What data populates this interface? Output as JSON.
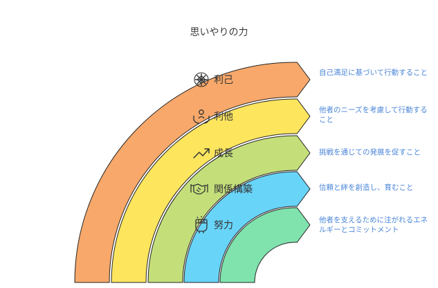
{
  "title": "思いやりの力",
  "bands": [
    {
      "label": "利己",
      "icon": "snowflake-icon",
      "color": "#f7a86a",
      "description": "自己満足に基づいて行動すること"
    },
    {
      "label": "利他",
      "icon": "hands-care-icon",
      "color": "#fde55e",
      "description": "他者のニーズを考慮して行動すること"
    },
    {
      "label": "成長",
      "icon": "trend-up-icon",
      "color": "#c4df7a",
      "description": "挑戦を通じての発展を促すこと"
    },
    {
      "label": "関係構築",
      "icon": "handshake-icon",
      "color": "#68d4f8",
      "description": "信頼と絆を創造し、育むこと"
    },
    {
      "label": "努力",
      "icon": "fist-icon",
      "color": "#80e3ae",
      "description": "他者を支えるために注がれるエネルギーとコミットメント"
    }
  ]
}
